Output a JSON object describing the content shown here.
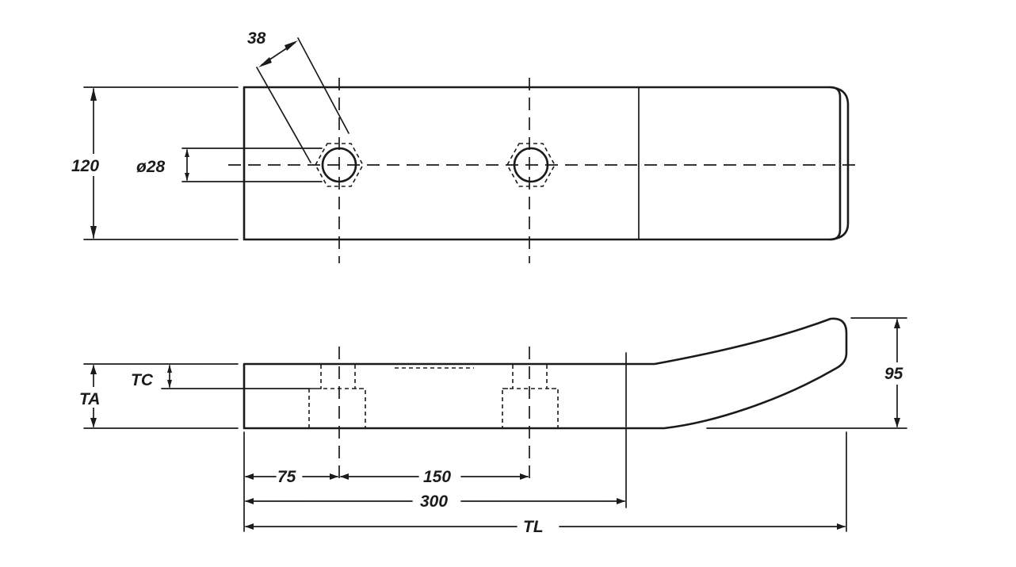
{
  "labels": {
    "slot_width": "38",
    "width": "120",
    "hole_diameter": "ø28",
    "tc": "TC",
    "ta": "TA",
    "tip_height": "95",
    "dist_75": "75",
    "dist_150": "150",
    "dist_300": "300",
    "total_length": "TL"
  },
  "colors": {
    "line": "#1b1b1b",
    "background": "#ffffff"
  }
}
